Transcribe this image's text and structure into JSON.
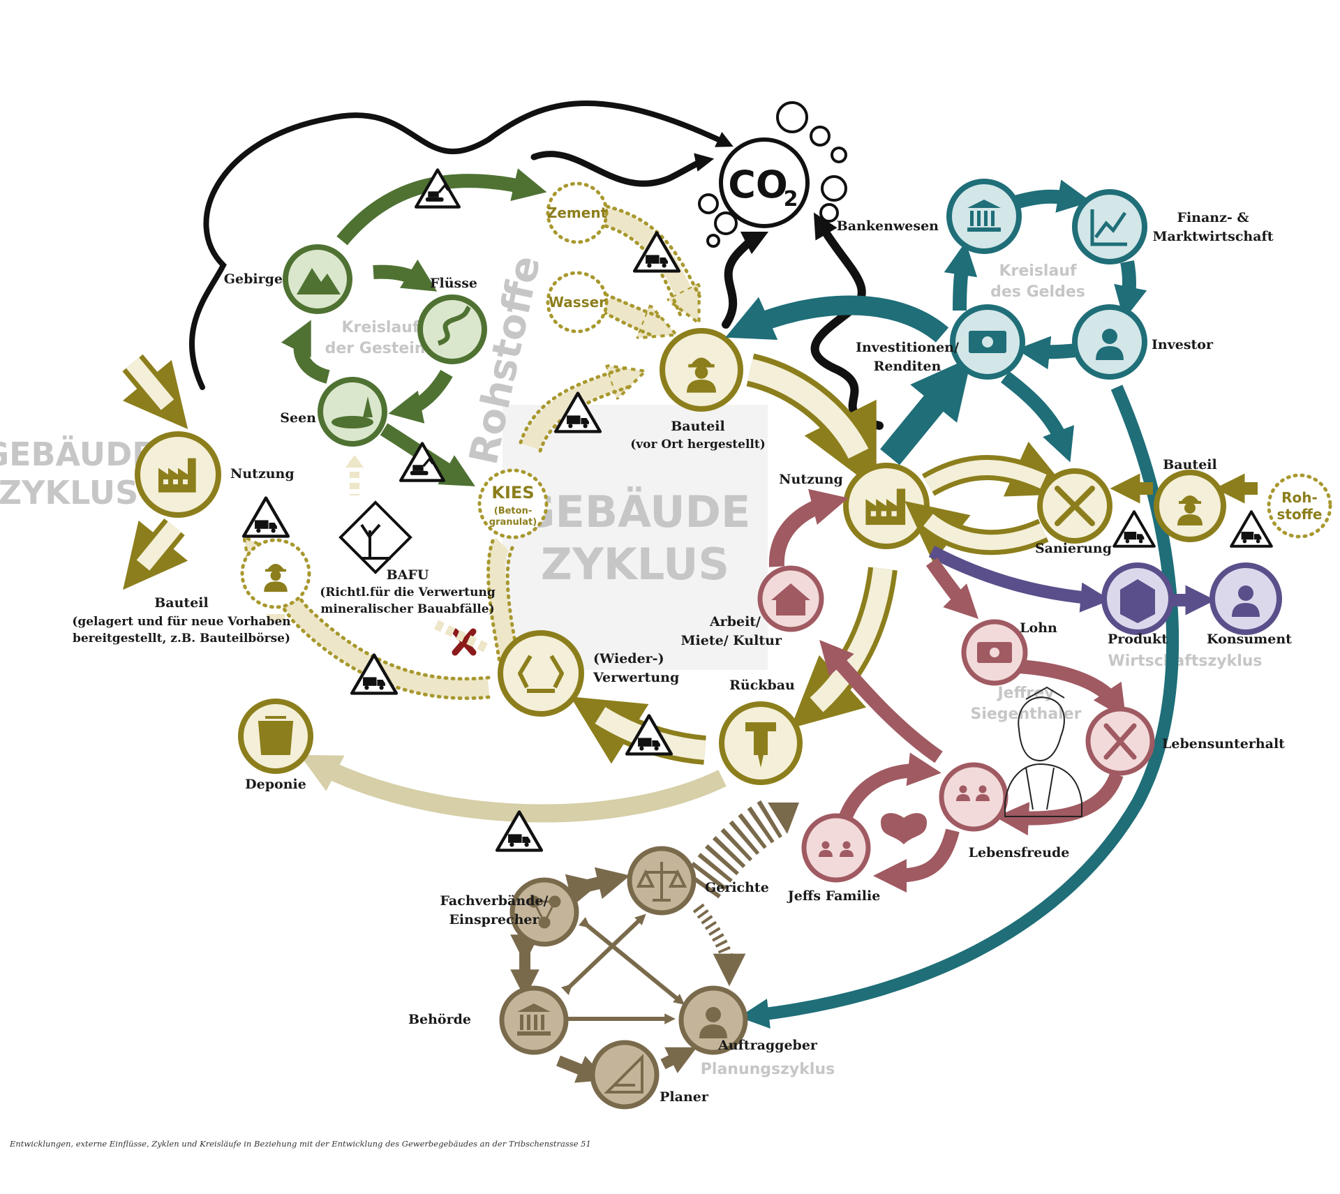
{
  "colors": {
    "olive": "#8c7e1c",
    "olive_fill": "#f4efd8",
    "green": "#4f7233",
    "green_fill": "#dbe7cc",
    "teal": "#1f6e78",
    "teal_fill": "#d3e6e8",
    "rose": "#a05a62",
    "rose_fill": "#f2dada",
    "purple": "#5a4f8a",
    "purple_fill": "#dcd8ec",
    "brown": "#7a6a4c",
    "brown_fill": "#c4b59a",
    "sand": "#d6cfa7",
    "black": "#111111",
    "ghost": "#c6c6c6",
    "dark_red": "#8b1a1a"
  },
  "ghost": {
    "center_line1": "GEBÄUDE",
    "center_line2": "ZYKLUS",
    "left_line1": "GEBÄUDE",
    "left_line2": "ZYKLUS",
    "rohstoffe": "Rohstoffe",
    "gesteine_line1": "Kreislauf",
    "gesteine_line2": "der Gesteine",
    "geld_line1": "Kreislauf",
    "geld_line2": "des Geldes",
    "wirtschaft": "Wirtschaftszyklus",
    "jeffrey_line1": "Jeffrey",
    "jeffrey_line2": "Siegenthaler",
    "planung": "Planungszyklus"
  },
  "co2": {
    "c": "CO",
    "sub": "2"
  },
  "raw": {
    "zement": "Zement",
    "wasser": "Wasser",
    "kies": "KIES",
    "kies_sub1": "(Beton-",
    "kies_sub2": "granulat)",
    "rohstoffe_line1": "Roh-",
    "rohstoffe_line2": "stoffe"
  },
  "labels": {
    "gebirge": "Gebirge",
    "fluesse": "Flüsse",
    "seen": "Seen",
    "nutzung_left": "Nutzung",
    "bauteil_left": "Bauteil",
    "bauteil_left_sub1": "(gelagert und für neue Vorhaben",
    "bauteil_left_sub2": "bereitgestellt, z.B. Bauteilbörse)",
    "bafu": "BAFU",
    "bafu_sub1": "(Richtl.für die Verwertung",
    "bafu_sub2": "mineralischer Bauabfälle)",
    "bauteil_top": "Bauteil",
    "bauteil_top_sub": "(vor Ort hergestellt)",
    "nutzung_center": "Nutzung",
    "arbeit_line1": "Arbeit/",
    "arbeit_line2": "Miete/ Kultur",
    "wiederverwertung_line1": "(Wieder-)",
    "wiederverwertung_line2": "Verwertung",
    "rueckbau": "Rückbau",
    "deponie": "Deponie",
    "bankenwesen": "Bankenwesen",
    "finanz_line1": "Finanz- &",
    "finanz_line2": "Marktwirtschaft",
    "investitionen_line1": "Investitionen/",
    "investitionen_line2": "Renditen",
    "investor": "Investor",
    "bauteil_right": "Bauteil",
    "sanierung": "Sanierung",
    "produkt": "Produkt",
    "konsument": "Konsument",
    "lohn": "Lohn",
    "lebensunterhalt": "Lebensunterhalt",
    "lebensfreude": "Lebensfreude",
    "jeffs_familie": "Jeffs Familie",
    "fachverbaende_line1": "Fachverbände/",
    "fachverbaende_line2": "Einsprecher",
    "gerichte": "Gerichte",
    "behoerde": "Behörde",
    "auftraggeber": "Auftraggeber",
    "planer": "Planer"
  },
  "caption": "Entwicklungen, externe Einflüsse, Zyklen und Kreisläufe in Beziehung mit der Entwicklung des Gewerbegebäudes an der Tribschenstrasse 51"
}
